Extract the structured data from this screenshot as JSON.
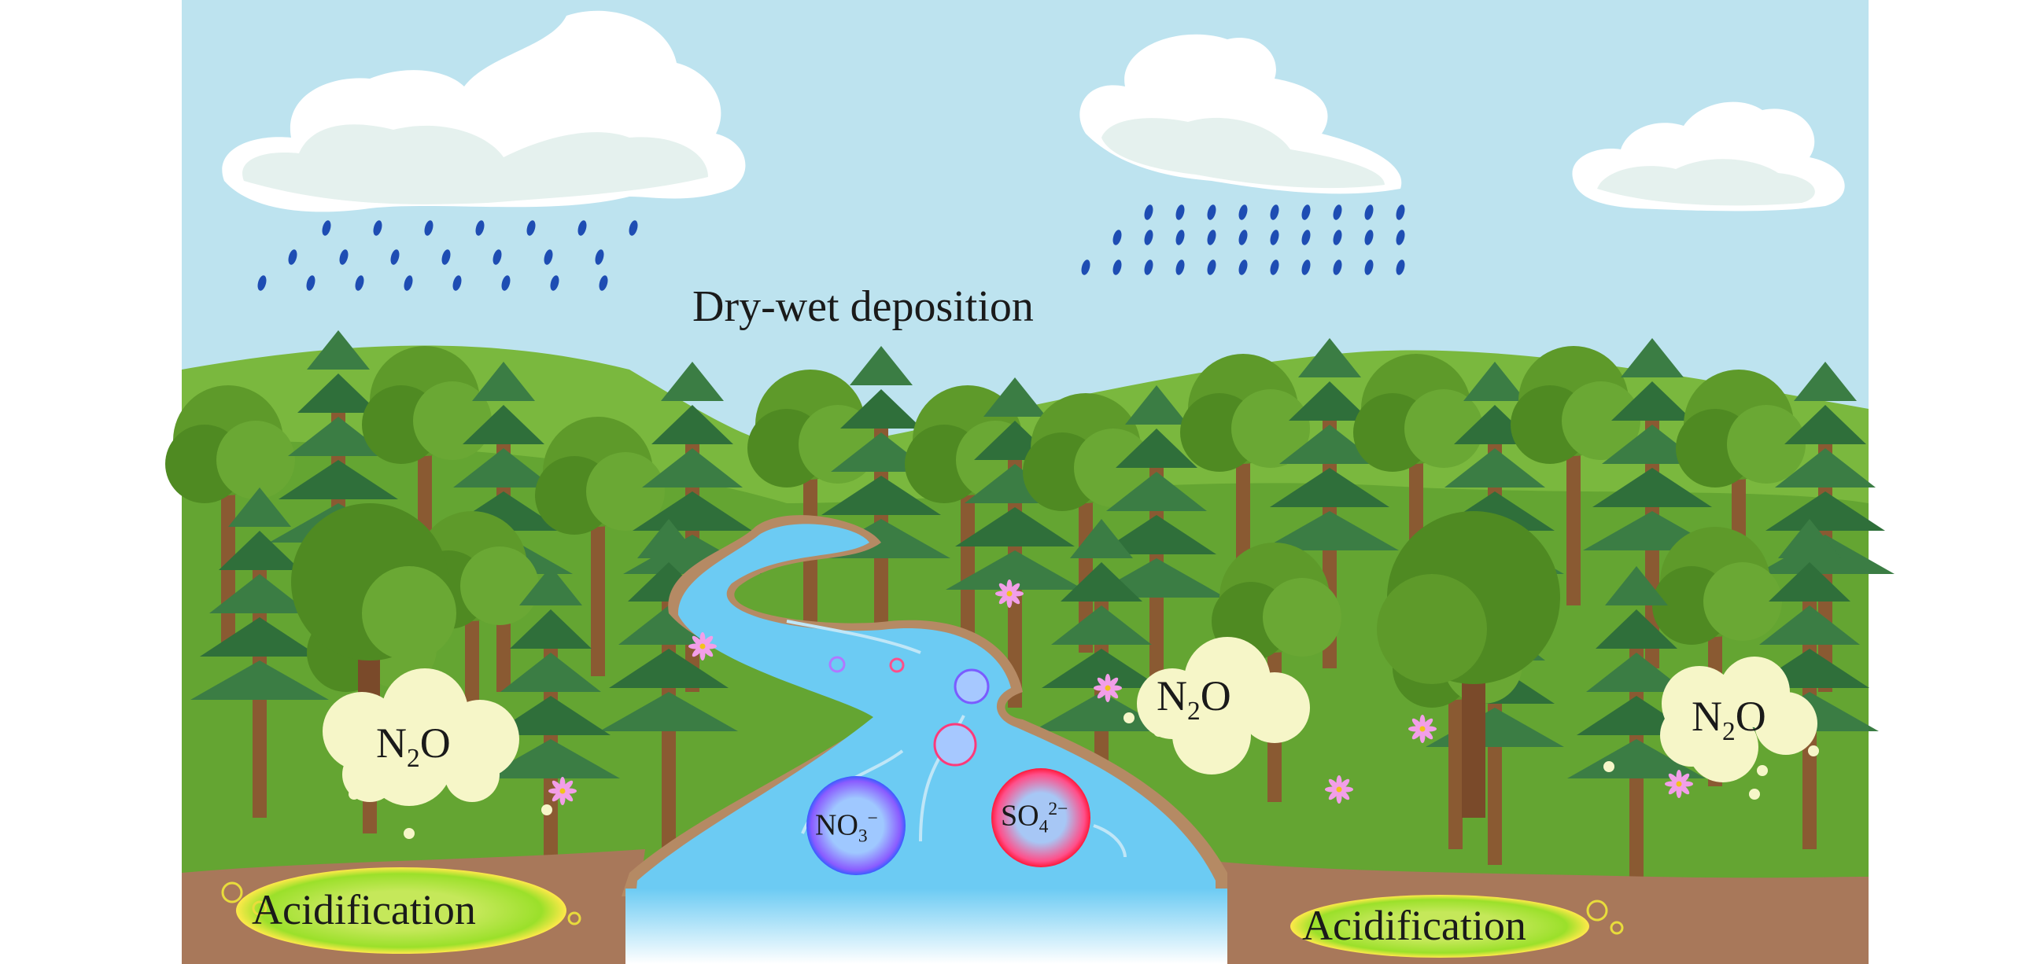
{
  "title": "Dry-wet deposition",
  "gas_labels": [
    {
      "base": "N",
      "sub": "2",
      "tail": "O"
    },
    {
      "base": "N",
      "sub": "2",
      "tail": "O"
    },
    {
      "base": "N",
      "sub": "2",
      "tail": "O"
    }
  ],
  "ions": [
    {
      "base": "NO",
      "sub": "3",
      "sup": "−",
      "color": "#7a4dff"
    },
    {
      "base": "SO",
      "sub": "4",
      "sup": "2−",
      "color": "#ff2a7a"
    }
  ],
  "soil_labels": [
    "Acidification",
    "Acidification"
  ],
  "colors": {
    "sky": "#bde3ef",
    "grass": "#64a532",
    "river": "#6ccbf3",
    "soil": "#a8785a",
    "rain": "#1e4db3"
  }
}
